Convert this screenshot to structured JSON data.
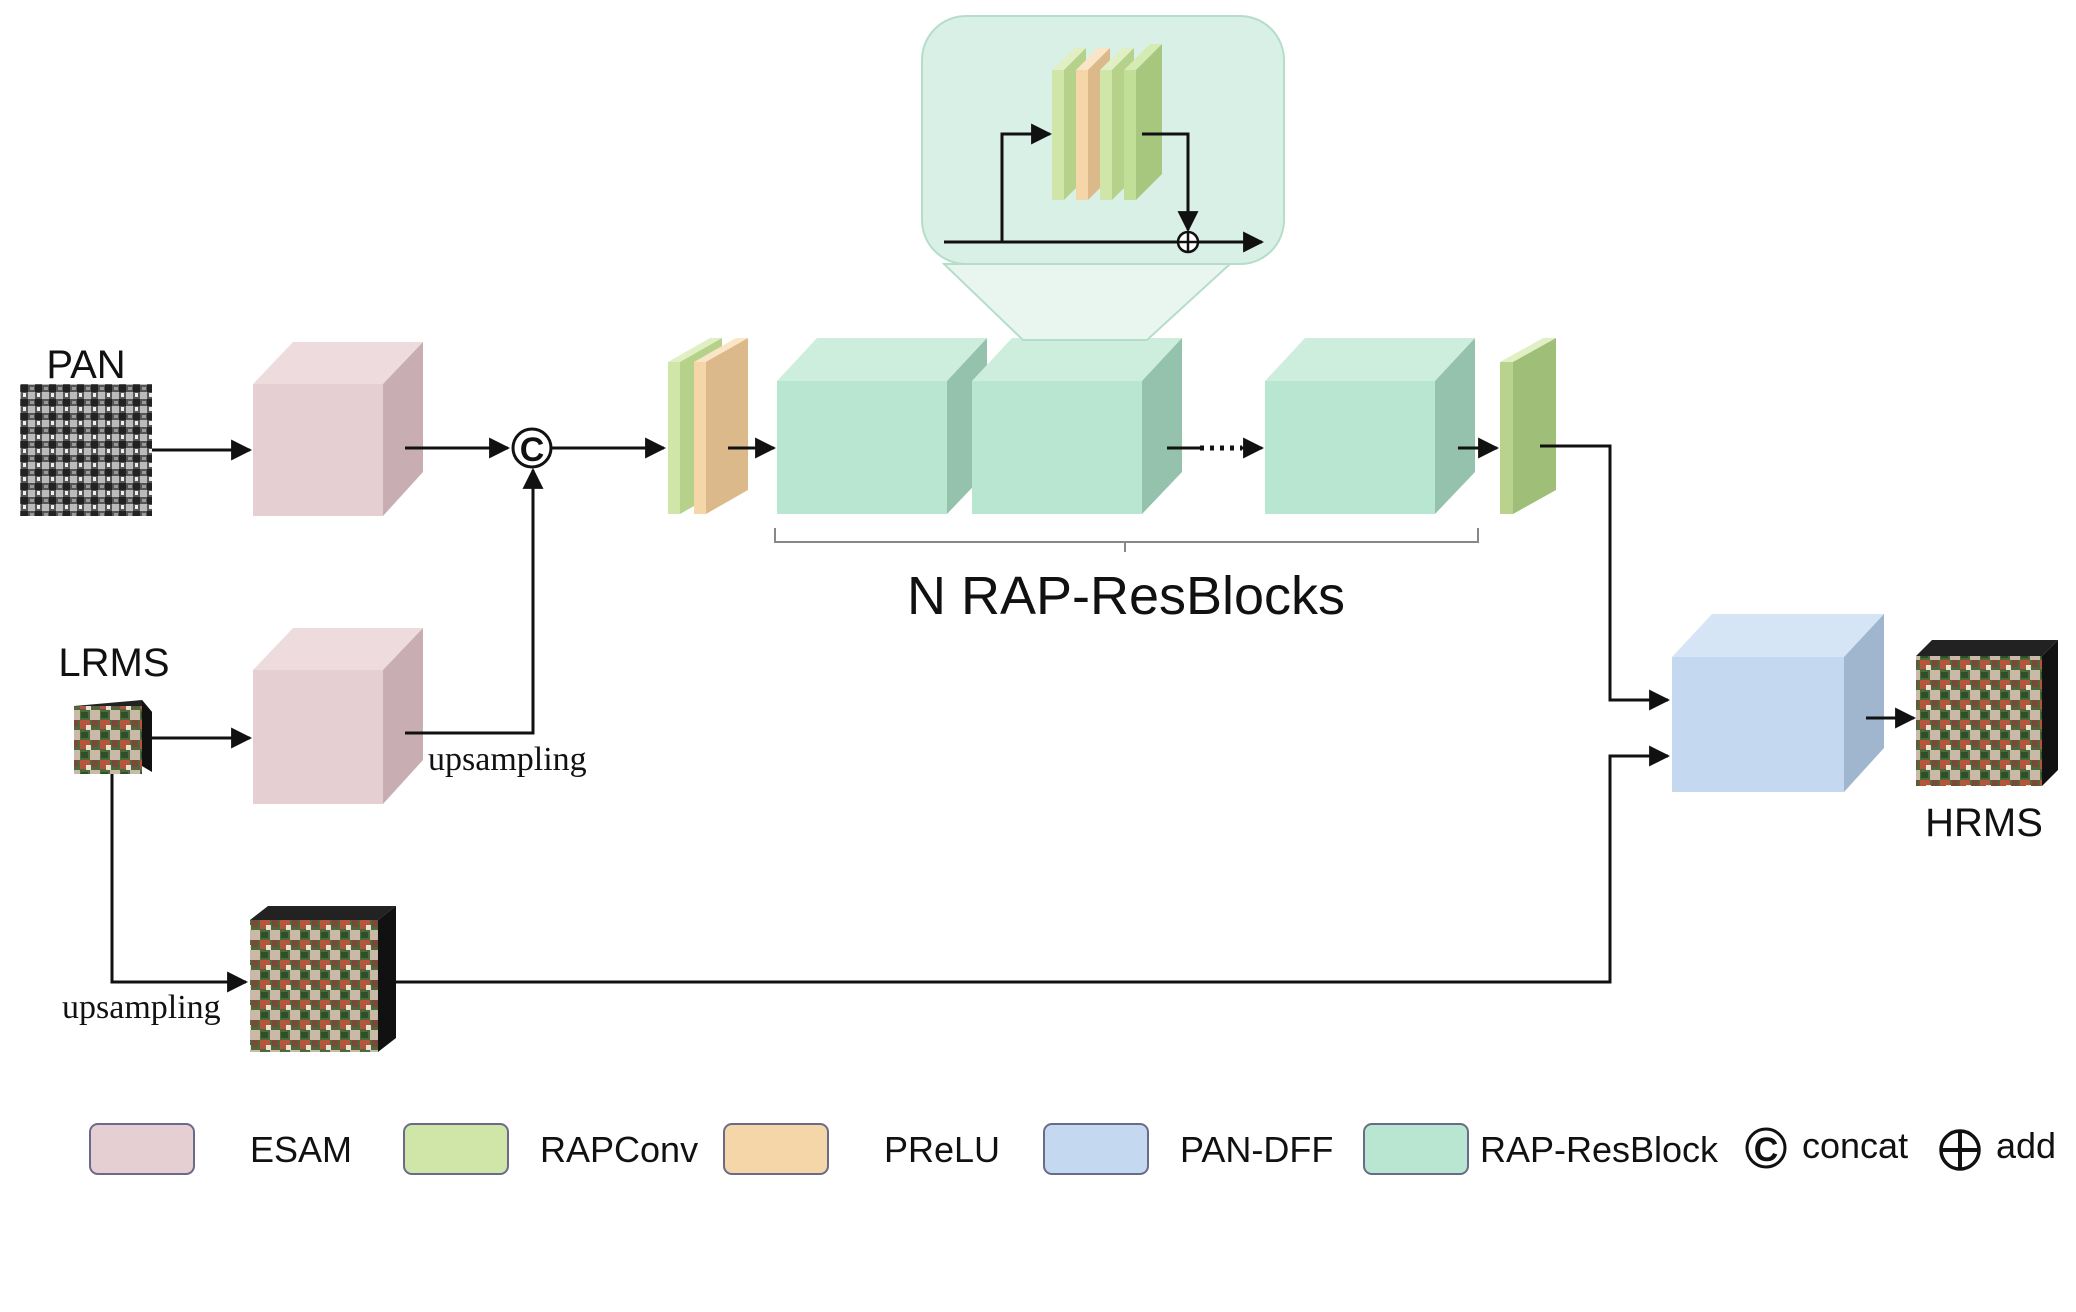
{
  "inputs": {
    "pan": "PAN",
    "lrms": "LRMS"
  },
  "output": {
    "hrms": "HRMS"
  },
  "annotations": {
    "upsampling_top": "upsampling",
    "upsampling_bottom": "upsampling",
    "blocks_caption": "N RAP-ResBlocks"
  },
  "legend": [
    {
      "label": "ESAM",
      "color": "#e6cfd3"
    },
    {
      "label": "RAPConv",
      "color": "#cfe6a8"
    },
    {
      "label": "PReLU",
      "color": "#f5d6a8"
    },
    {
      "label": "PAN-DFF",
      "color": "#c4d9ef"
    },
    {
      "label": "RAP-ResBlock",
      "color": "#b9e6d1"
    },
    {
      "label": "concat",
      "symbol": "C"
    },
    {
      "label": "add",
      "symbol": "+"
    }
  ],
  "colors": {
    "esam": "#e6cfd3",
    "rapconv": "#cfe6a8",
    "prelu": "#f5d6a8",
    "pan_dff": "#c4d9ef",
    "rap_resblock": "#b9e6d1",
    "zoom_panel": "#d9f0e6"
  }
}
